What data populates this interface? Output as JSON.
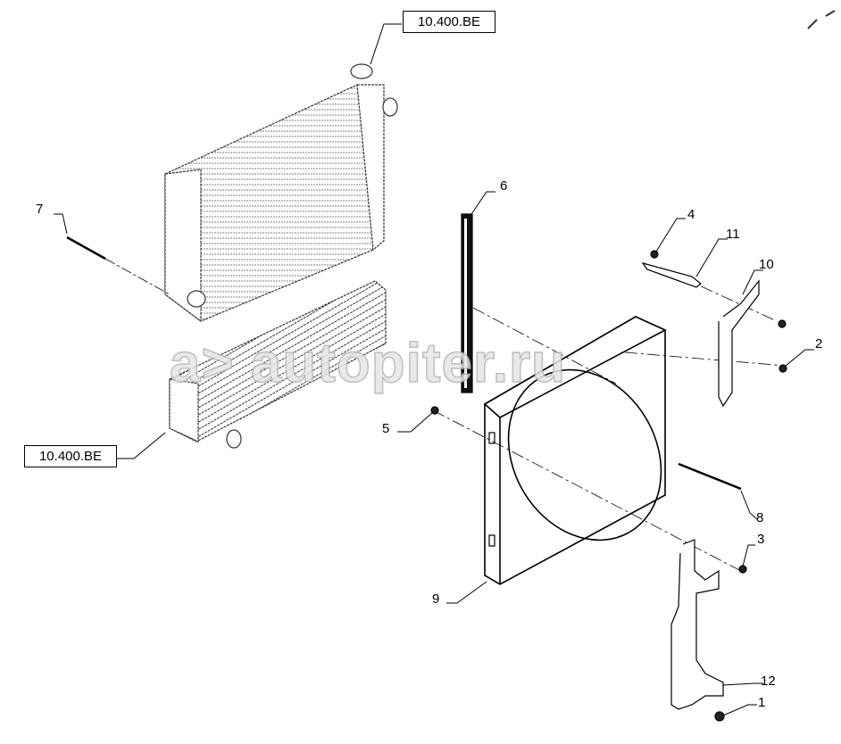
{
  "references": [
    "10.400.BE",
    "10.400.BE"
  ],
  "callouts": {
    "c1": "1",
    "c2": "2",
    "c3": "3",
    "c4": "4",
    "c5": "5",
    "c6": "6",
    "c7": "7",
    "c8": "8",
    "c9": "9",
    "c10": "10",
    "c11": "11",
    "c12": "12"
  },
  "watermark": "a> autopiter.ru"
}
